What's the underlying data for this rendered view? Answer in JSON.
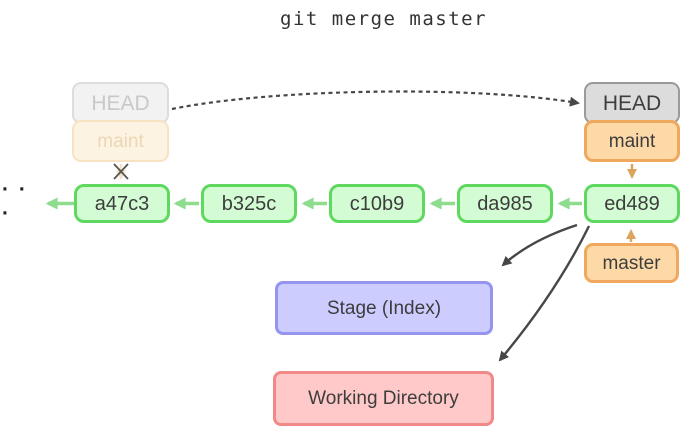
{
  "title": "git merge master",
  "ellipsis": "· · ·",
  "ghost_refs": {
    "head": "HEAD",
    "branch": "maint"
  },
  "refs": {
    "head": "HEAD",
    "branch": "maint",
    "master": "master"
  },
  "commits": [
    {
      "id": "a47c3"
    },
    {
      "id": "b325c"
    },
    {
      "id": "c10b9"
    },
    {
      "id": "da985"
    },
    {
      "id": "ed489"
    }
  ],
  "areas": {
    "stage": "Stage (Index)",
    "working": "Working Directory"
  },
  "colors": {
    "text": "#3d3d3d",
    "green_fill": "#d4fcd4",
    "green_border": "#5fd85f",
    "green_arrow": "#8fdc8f",
    "orange_fill": "#fed9a8",
    "orange_border": "#f0a85f",
    "orange_arrow": "#dda45f",
    "gray_fill": "#dcdcdc",
    "gray_border": "#9a9a9a",
    "ghost_gray_fill": "#f2f2f2",
    "ghost_gray_border": "#dddddd",
    "ghost_gray_text": "#c8c8c8",
    "ghost_orange_fill": "#fdf3e3",
    "ghost_orange_border": "#f7e2c2",
    "ghost_orange_text": "#ecd7b4",
    "blue_fill": "#ccccff",
    "blue_border": "#9595ef",
    "red_fill": "#ffc9c9",
    "red_border": "#f28989",
    "dark_arrow": "#474747",
    "x_mark": "#555555"
  }
}
